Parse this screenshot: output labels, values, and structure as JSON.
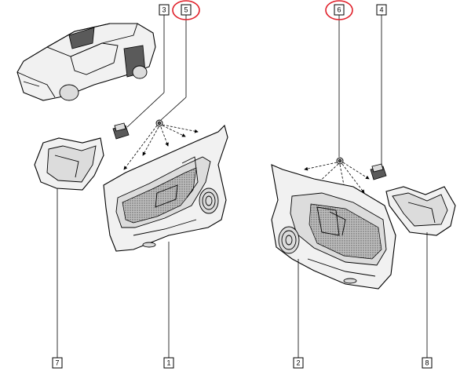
{
  "callouts": {
    "c3": "3",
    "c5": "5",
    "c6": "6",
    "c4": "4",
    "c7": "7",
    "c1": "1",
    "c2": "2",
    "c8": "8"
  },
  "highlight_color": "#e0202a",
  "highlighted_callouts": [
    "5",
    "6"
  ]
}
